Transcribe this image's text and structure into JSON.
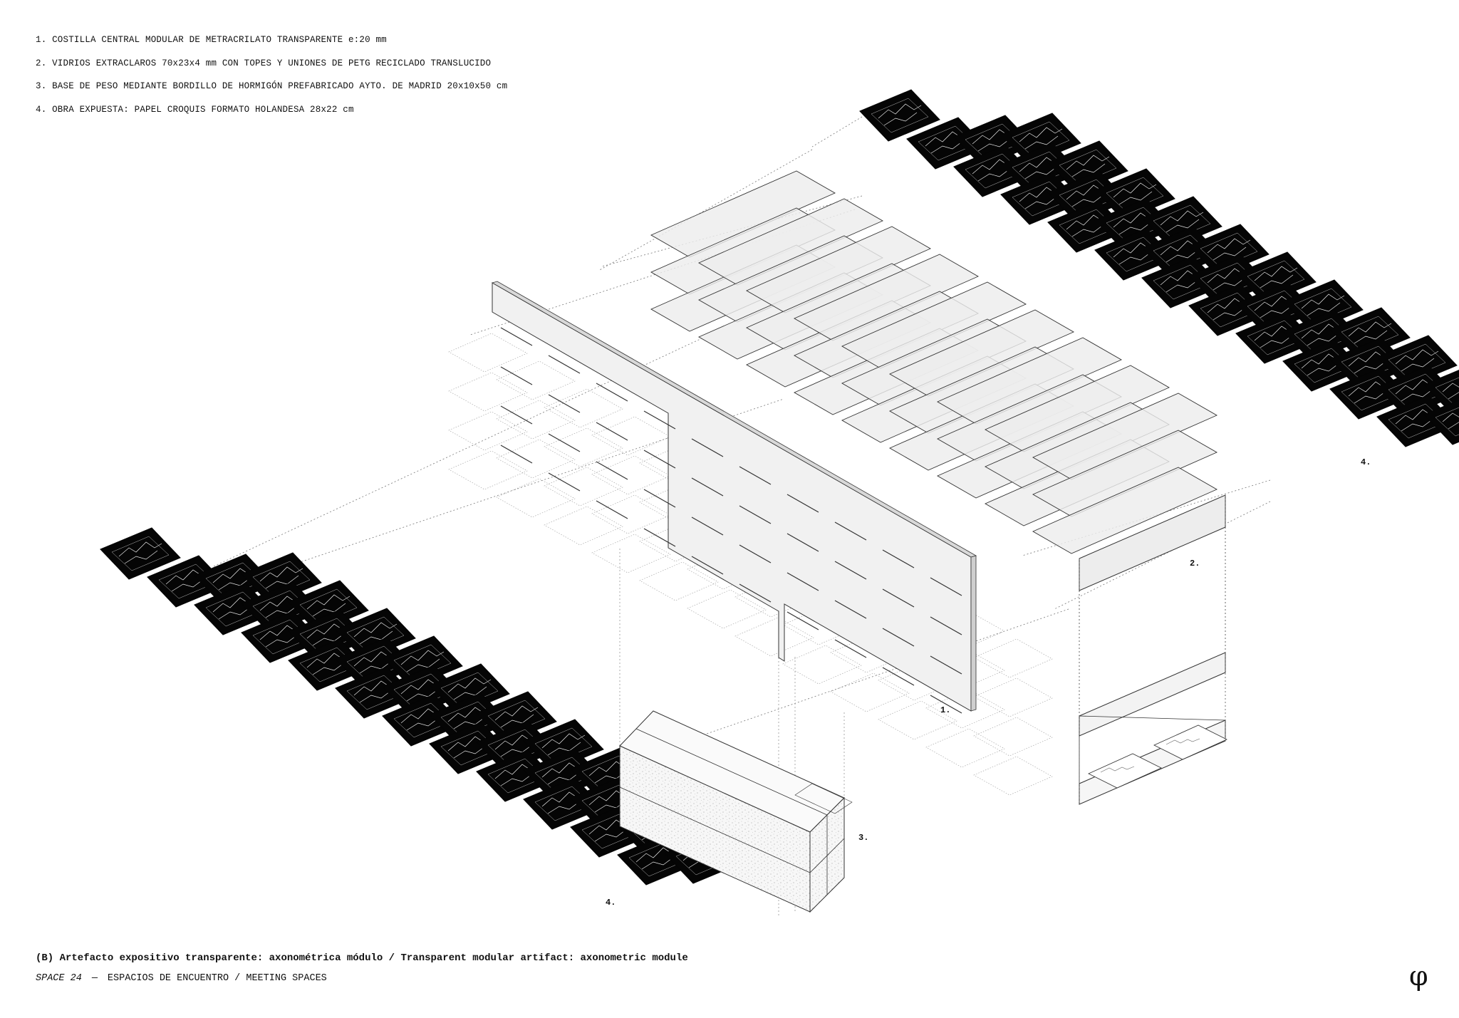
{
  "legend": [
    "1. COSTILLA CENTRAL MODULAR DE METRACRILATO TRANSPARENTE e:20 mm",
    "2. VIDRIOS EXTRACLAROS 70x23x4 mm CON TOPES Y UNIONES DE PETG RECICLADO TRANSLUCIDO",
    "3. BASE DE PESO MEDIANTE BORDILLO DE HORMIGÓN PREFABRICADO AYTO. DE MADRID 20x10x50 cm",
    "4. OBRA EXPUESTA: PAPEL CROQUIS FORMATO HOLANDESA 28x22 cm"
  ],
  "callouts": {
    "rib": "1.",
    "glass": "2.",
    "base": "3.",
    "artwork_left": "4.",
    "artwork_right": "4."
  },
  "caption": "(B) Artefacto expositivo transparente: axonométrica módulo / Transparent modular artifact: axonometric module",
  "footer": {
    "space": "SPACE 24",
    "dash": "—",
    "title": "ESPACIOS DE ENCUENTRO / MEETING SPACES"
  },
  "logo": "φ",
  "colors": {
    "line": "#333333",
    "artwork": "#050505",
    "glass": "#ededed",
    "rib": "#f1f1f1"
  }
}
